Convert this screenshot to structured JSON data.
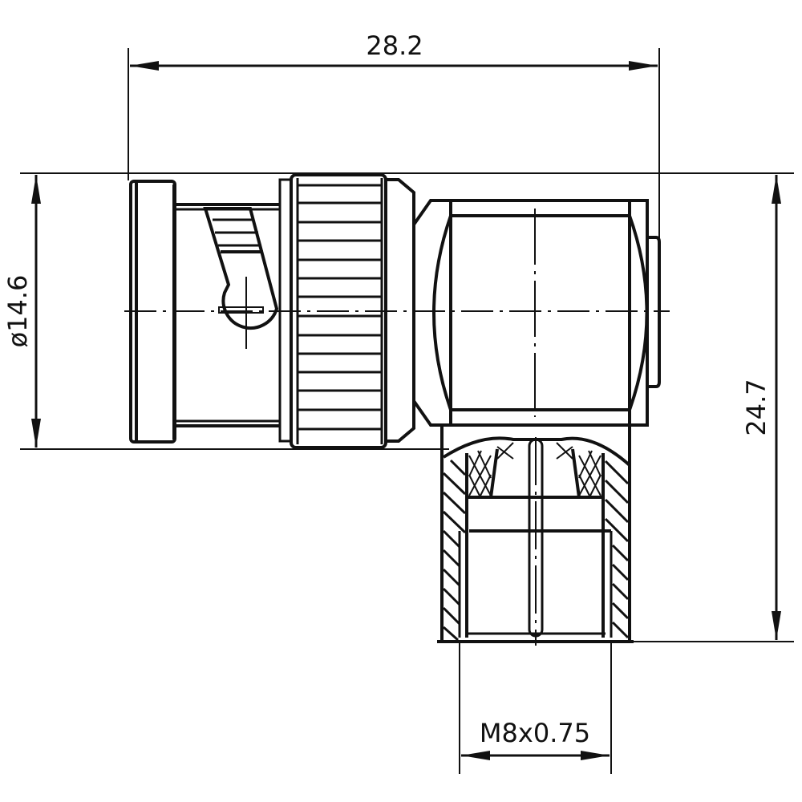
{
  "drawing": {
    "subject": "Right-angle BNC connector, M8x0.75 thread",
    "line_color": "#111111",
    "background": "#ffffff"
  },
  "dimensions": {
    "overall_length": {
      "label": "28.2",
      "orientation": "horizontal"
    },
    "diameter": {
      "label": "ø14.6",
      "orientation": "vertical"
    },
    "overall_height": {
      "label": "24.7",
      "orientation": "vertical"
    },
    "thread": {
      "label": "M8x0.75",
      "orientation": "horizontal"
    }
  },
  "parts": [
    {
      "name": "bayonet-flange"
    },
    {
      "name": "bayonet-slot"
    },
    {
      "name": "knurled-coupling-nut"
    },
    {
      "name": "right-angle-body"
    },
    {
      "name": "threaded-cable-entry-section"
    }
  ]
}
